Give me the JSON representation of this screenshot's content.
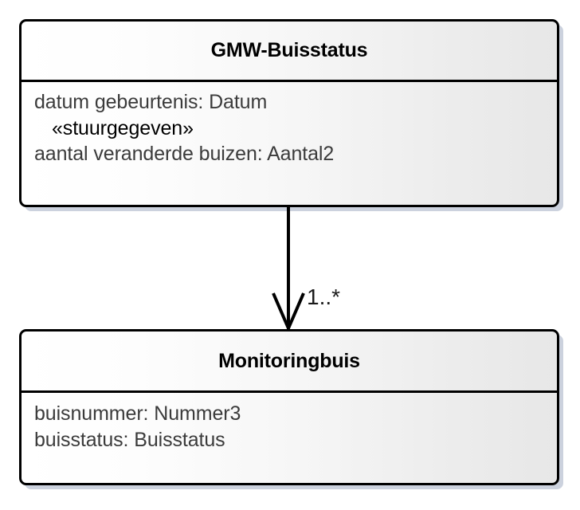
{
  "diagram": {
    "type": "uml-class-diagram",
    "background_color": "#ffffff",
    "border_color": "#000000",
    "shadow_color": "#ccd2de",
    "classes": [
      {
        "name": "GMW-Buisstatus",
        "attributes": [
          {
            "text": "datum gebeurtenis: Datum",
            "kind": "attribute"
          },
          {
            "text": "«stuurgegeven»",
            "kind": "stereotype"
          },
          {
            "text": "aantal veranderde buizen: Aantal2",
            "kind": "attribute"
          }
        ]
      },
      {
        "name": "Monitoringbuis",
        "attributes": [
          {
            "text": "buisnummer: Nummer3",
            "kind": "attribute"
          },
          {
            "text": "buisstatus: Buisstatus",
            "kind": "attribute"
          }
        ]
      }
    ],
    "association": {
      "source": "GMW-Buisstatus",
      "target": "Monitoringbuis",
      "arrow_style": "open-arrowhead",
      "direction": "down",
      "target_multiplicity": "1..*"
    }
  }
}
